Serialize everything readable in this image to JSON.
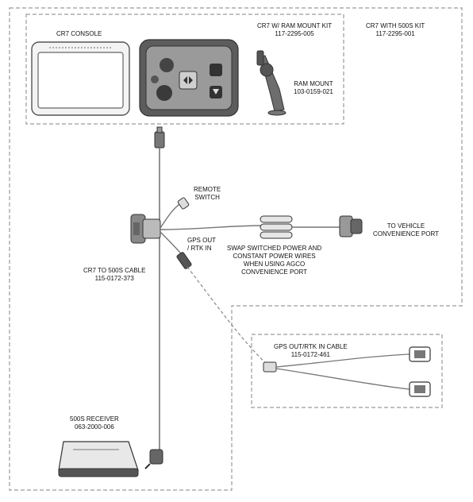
{
  "labels": {
    "cr7_console": "CR7 CONSOLE",
    "ram_kit_title": "CR7 W/ RAM MOUNT KIT",
    "ram_kit_part": "117-2295-005",
    "kit_500s_title": "CR7 WITH 500S KIT",
    "kit_500s_part": "117-2295-001",
    "ram_mount_title": "RAM MOUNT",
    "ram_mount_part": "103-0159-021",
    "remote_switch_line1": "REMOTE",
    "remote_switch_line2": "SWITCH",
    "to_vehicle_line1": "TO VEHICLE",
    "to_vehicle_line2": "CONVENIENCE PORT",
    "gps_out_line1": "GPS OUT",
    "gps_out_line2": "/ RTK IN",
    "swap_line1": "SWAP SWITCHED POWER AND",
    "swap_line2": "CONSTANT POWER WIRES",
    "swap_line3": "WHEN USING AGCO",
    "swap_line4": "CONVENIENCE PORT",
    "cable_title": "CR7 TO 500S CABLE",
    "cable_part": "115-0172-373",
    "gps_cable_title": "GPS OUT/RTK IN CABLE",
    "gps_cable_part": "115-0172-461",
    "receiver_title": "500S RECEIVER",
    "receiver_part": "063-2000-006"
  }
}
